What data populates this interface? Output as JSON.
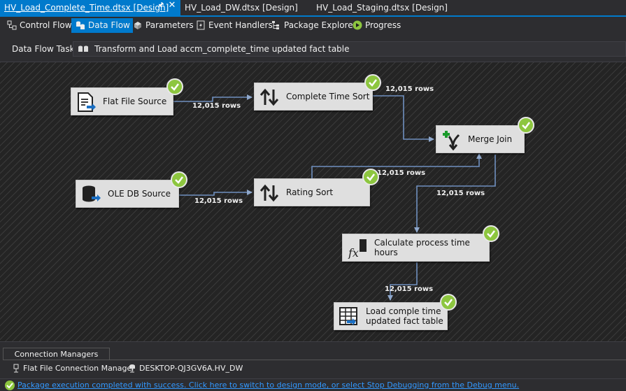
{
  "document_tabs": [
    {
      "label": "HV_Load_Complete_Time.dtsx [Design]",
      "active": true
    },
    {
      "label": "HV_Load_DW.dtsx [Design]",
      "active": false
    },
    {
      "label": "HV_Load_Staging.dtsx [Design]",
      "active": false
    }
  ],
  "designer_tabs": [
    {
      "label": "Control Flow",
      "icon": "control-flow-icon"
    },
    {
      "label": "Data Flow",
      "icon": "data-flow-icon",
      "selected": true
    },
    {
      "label": "Parameters",
      "icon": "parameters-icon"
    },
    {
      "label": "Event Handlers",
      "icon": "event-handlers-icon"
    },
    {
      "label": "Package Explorer",
      "icon": "package-explorer-icon"
    },
    {
      "label": "Progress",
      "icon": "progress-icon"
    }
  ],
  "data_flow_task": {
    "label": "Data Flow Task:",
    "value": "Transform and Load accm_complete_time updated fact table"
  },
  "components": {
    "flat_file_source": "Flat File Source",
    "ole_db_source": "OLE DB Source",
    "complete_time_sort": "Complete Time Sort",
    "rating_sort": "Rating Sort",
    "merge_join": "Merge Join",
    "calculate": "Calculate process time hours",
    "load_line1": "Load comple time",
    "load_line2": "updated fact table"
  },
  "row_counts": {
    "flat_to_sort": "12,015 rows",
    "ole_to_sort": "12,015 rows",
    "sort_to_merge": "12,015 rows",
    "rating_to_merge": "12,015 rows",
    "merge_to_calc": "12,015 rows",
    "calc_to_load": "12,015 rows"
  },
  "connection_managers": {
    "tab_label": "Connection Managers",
    "items": [
      "Flat File Connection Manager",
      "DESKTOP-QJ3GV6A.HV_DW"
    ]
  },
  "status_bar": {
    "message": "Package execution completed with success. Click here to switch to design mode, or select Stop Debugging from the Debug menu."
  },
  "colors": {
    "accent": "#007acc",
    "success": "#8dc63f",
    "link": "#3399ff"
  }
}
